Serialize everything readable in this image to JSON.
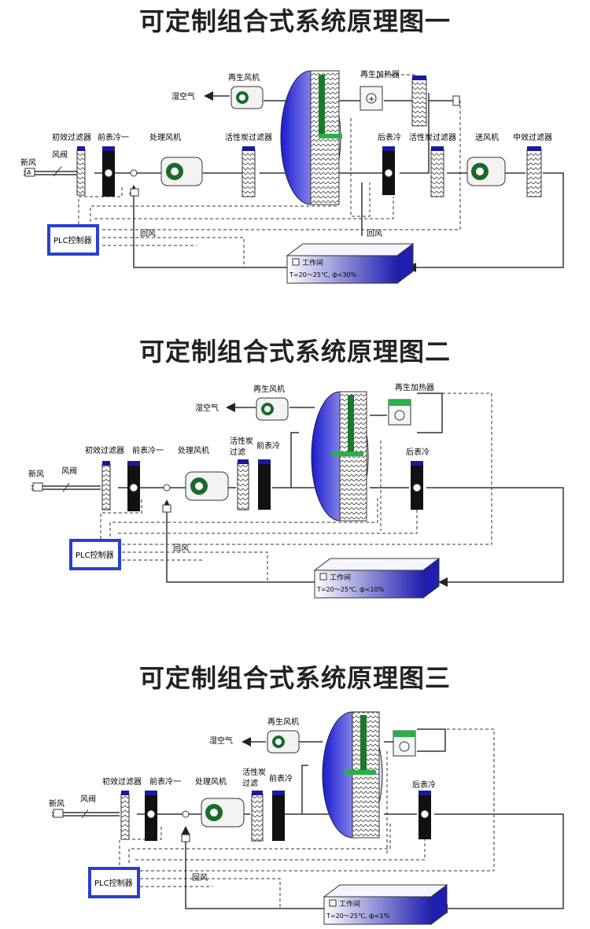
{
  "diagrams": [
    {
      "title": "可定制组合式系统原理图一",
      "labels": {
        "fresh_air": "新风",
        "damper": "风阀",
        "primary_filter": "初效过滤器",
        "pre_cooler": "前表冷一",
        "process_fan": "处理风机",
        "carbon_filter": "活性炭过滤器",
        "regen_fan": "再生风机",
        "wet_air": "湿空气",
        "regen_heater": "再生加热器",
        "post_cooler": "后表冷",
        "carbon_filter_2": "活性炭过滤器",
        "supply_fan": "送风机",
        "medium_filter": "中效过滤器",
        "return_air": "回风",
        "return_air_2": "回风",
        "plc": "PLC控制器",
        "room": "工作间",
        "room_cond": "T=20～25℃, ф<30%"
      }
    },
    {
      "title": "可定制组合式系统原理图二",
      "labels": {
        "fresh_air": "新风",
        "damper": "风阀",
        "primary_filter": "初效过滤器",
        "pre_cooler": "前表冷一",
        "process_fan": "处理风机",
        "carbon_filter_l1": "活性炭",
        "carbon_filter_l2": "过滤",
        "pre_cooler_2": "前表冷",
        "regen_fan": "再生风机",
        "wet_air": "湿空气",
        "regen_heater": "再生加热器",
        "post_cooler": "后表冷",
        "return_air": "回风",
        "plc": "PLC控制器",
        "room": "工作间",
        "room_cond": "T=20～25℃, ф<10%"
      }
    },
    {
      "title": "可定制组合式系统原理图三",
      "labels": {
        "fresh_air": "新风",
        "damper": "风阀",
        "primary_filter": "初效过滤器",
        "pre_cooler": "前表冷一",
        "process_fan": "处理风机",
        "carbon_filter_l1": "活性炭",
        "carbon_filter_l2": "过滤",
        "pre_cooler_2": "前表冷",
        "regen_fan": "再生风机",
        "wet_air": "湿空气",
        "post_cooler": "后表冷",
        "return_air": "回风",
        "plc": "PLC控制器",
        "room": "工作间",
        "room_cond": "T=20～25℃, ф<1%"
      }
    }
  ],
  "colors": {
    "wheel_blue": "#2b2bd8",
    "panel_blue": "#1a1aa0",
    "plc_border": "#2a3fd0",
    "accent_green": "#1a9a3a",
    "line": "#333333"
  }
}
